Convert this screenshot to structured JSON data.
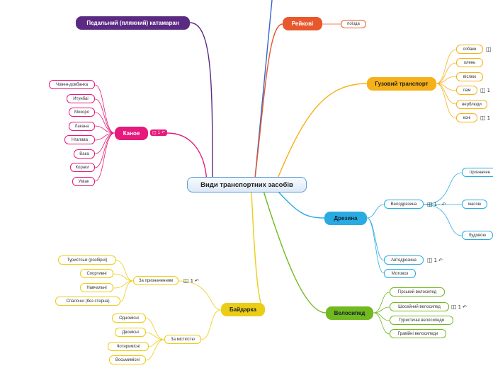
{
  "root": "Види транспортних засобів",
  "branches": {
    "pedal": "Педальний (пляжний) катамаран",
    "rail": "Рейкові",
    "rail_children": [
      "поїзда"
    ],
    "cargo": "Гузовий транспорт",
    "cargo_children": [
      "собаки",
      "олень",
      "віслюк",
      "лам",
      "верблюди",
      "коні"
    ],
    "canoe": "Каное",
    "canoe_children": [
      "Човен-довбанка",
      "Итунбаі",
      "Мокоро",
      "Лакана",
      "Нгалава",
      "Вака",
      "Коракл",
      "Уміак"
    ],
    "draisine": "Дрезина",
    "draisine_children": [
      "Велодрезина",
      "Автодрезина",
      "Мотовоз"
    ],
    "velodraisine_children": [
      "призначен",
      "масою",
      "будовою"
    ],
    "kayak": "Байдарка",
    "kayak_groups": [
      "За призначенням",
      "За місткістю"
    ],
    "kayak_purpose": [
      "Туристські (розбірні)",
      "Спортивні",
      "Навчальні",
      "Спалочні (без стерна)"
    ],
    "kayak_capacity": [
      "Одномісні",
      "Двомісні",
      "Чотиримісні",
      "Восьмимісні"
    ],
    "bicycle": "Велосипед",
    "bicycle_children": [
      "Гірський велосипед",
      "Шосейний велосипед",
      "Туристичні велосипеди",
      "Гравійні велосипеди"
    ]
  },
  "badges": {
    "count_label": "1",
    "link_icon": "link-icon",
    "note_icon": "note-icon"
  },
  "colors": {
    "pedal": "#5b2a83",
    "rail": "#e8582d",
    "cargo": "#f6b11a",
    "canoe": "#e6197c",
    "draisine": "#29abe2",
    "kayak": "#eccd16",
    "bicycle": "#72b81f",
    "blue_line": "#3366cc"
  }
}
